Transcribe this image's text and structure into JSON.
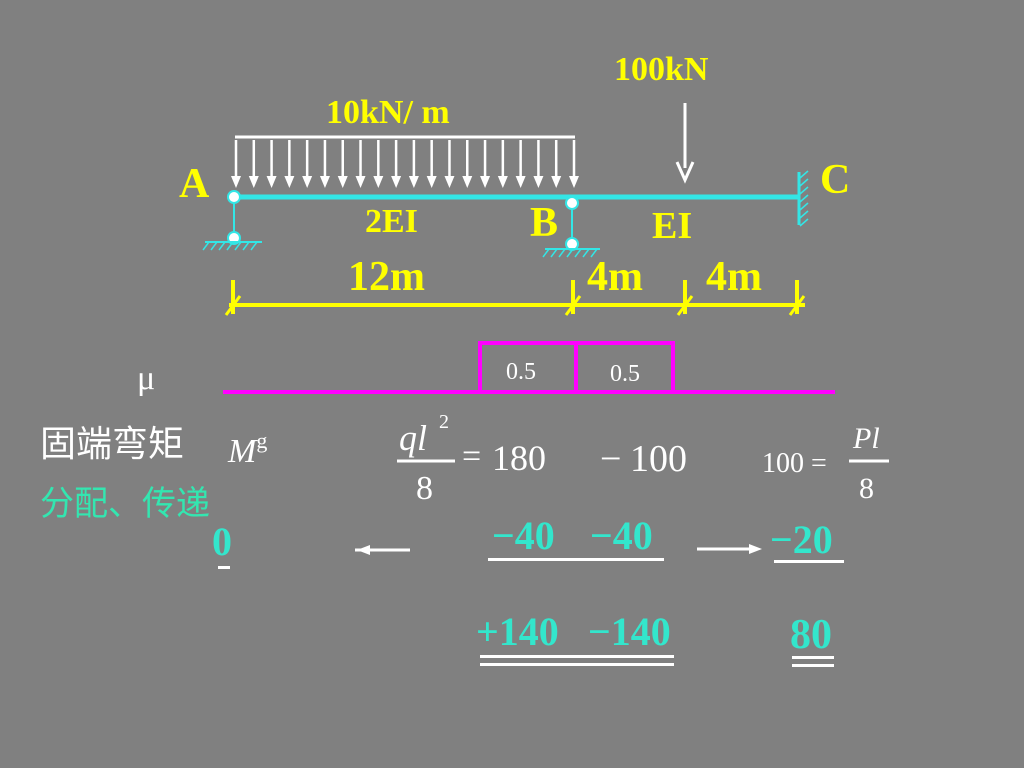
{
  "loads": {
    "distributed": "10kN/ m",
    "point": "100kN"
  },
  "supports": {
    "a": "A",
    "b": "B",
    "c": "C"
  },
  "stiffness": {
    "ab": "2EI",
    "bc": "EI"
  },
  "spans": {
    "ab": "12m",
    "b_load": "4m",
    "load_c": "4m"
  },
  "distribution": {
    "symbol": "μ",
    "ba": "0.5",
    "bc": "0.5"
  },
  "fixed_end": {
    "label": "固端弯矩",
    "symbol_main": "M",
    "symbol_sup": "g",
    "ab_num": "ql",
    "ab_exp": "2",
    "ab_den": "8",
    "ab_eq": "=",
    "ab_value": "180",
    "bc_sign": "−",
    "bc_value": "100",
    "cb_value": "100 =",
    "cb_num": "Pl",
    "cb_den": "8"
  },
  "distribute_carry": {
    "label": "分配、传递",
    "a_carry": "0",
    "ba": "−40",
    "bc": "−40",
    "cb_carry": "−20"
  },
  "final": {
    "ba": "+140",
    "bc": "−140",
    "cb": "80"
  },
  "colors": {
    "beam": "#33e6e6",
    "load": "#ffffff",
    "dimension": "#ffff00",
    "mu_line": "#ff00ff",
    "result": "#33e6cc"
  }
}
